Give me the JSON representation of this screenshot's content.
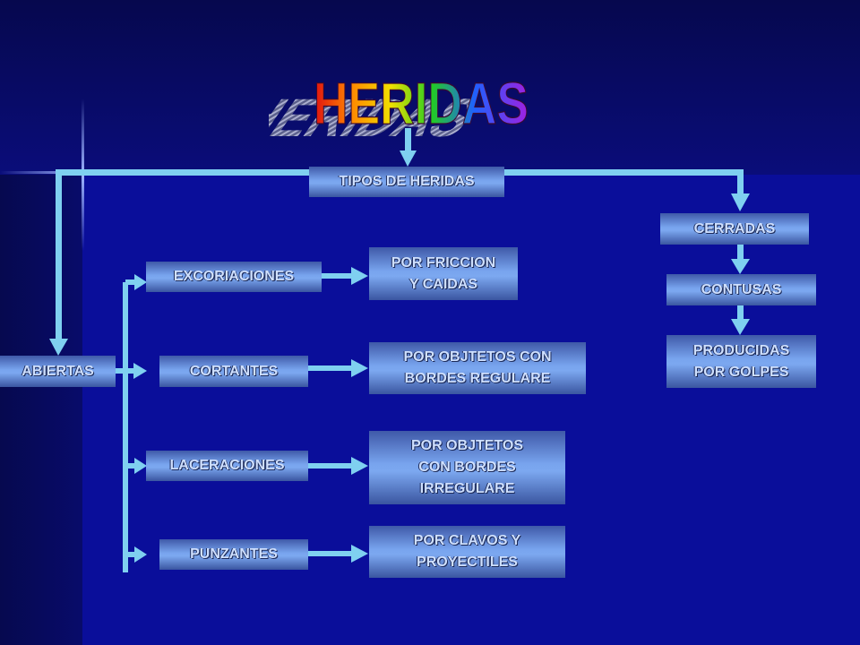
{
  "title": "HERIDAS",
  "nodes": {
    "tipos": "TIPOS DE HERIDAS",
    "cerradas": "CERRADAS",
    "contusas": "CONTUSAS",
    "producidas": [
      "PRODUCIDAS",
      "POR GOLPES"
    ],
    "abiertas": "ABIERTAS",
    "excoriaciones": "EXCORIACIONES",
    "cortantes": "CORTANTES",
    "laceraciones": "LACERACIONES",
    "punzantes": "PUNZANTES",
    "friccion": [
      "POR FRICCION",
      "Y CAIDAS"
    ],
    "objetos_regulares": [
      "POR OBJTETOS CON",
      "BORDES REGULARE"
    ],
    "objetos_irregulares": [
      "POR OBJTETOS",
      "CON BORDES",
      "IRREGULARE"
    ],
    "clavos": [
      "POR CLAVOS Y",
      "PROYECTILES"
    ]
  },
  "colors": {
    "background": "#0a0d86",
    "connector": "#7fd0f0",
    "box_text": "#cfe0ff",
    "title_gradient": [
      "#e01010",
      "#ff8a00",
      "#f0e000",
      "#22cc22",
      "#2060ff",
      "#a020e0"
    ]
  }
}
